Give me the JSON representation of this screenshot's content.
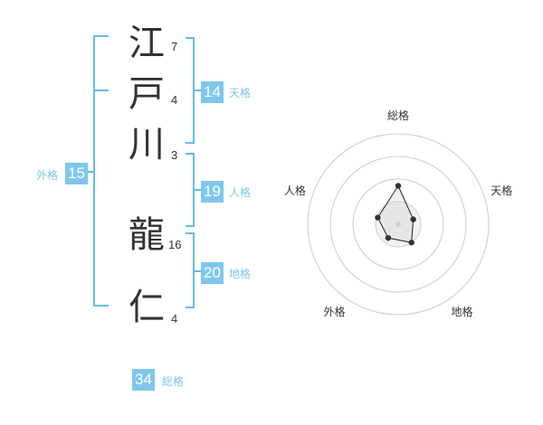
{
  "colors": {
    "accent": "#7fc6ee",
    "bracket": "#66bbe8",
    "ring": "#cccccc"
  },
  "name": {
    "chars": [
      "江",
      "戸",
      "川",
      "龍",
      "仁"
    ],
    "strokes": [
      "7",
      "4",
      "3",
      "16",
      "4"
    ]
  },
  "grids": {
    "tenkaku": {
      "label": "天格",
      "value": "14"
    },
    "jinkaku": {
      "label": "人格",
      "value": "19"
    },
    "chikaku": {
      "label": "地格",
      "value": "20"
    },
    "gaikaku": {
      "label": "外格",
      "value": "15"
    },
    "soukaku": {
      "label": "総格",
      "value": "34"
    }
  },
  "chart_data": {
    "type": "radar",
    "axes": [
      "総格",
      "天格",
      "地格",
      "外格",
      "人格"
    ],
    "values": [
      34,
      14,
      20,
      15,
      19
    ],
    "rings": 4
  }
}
